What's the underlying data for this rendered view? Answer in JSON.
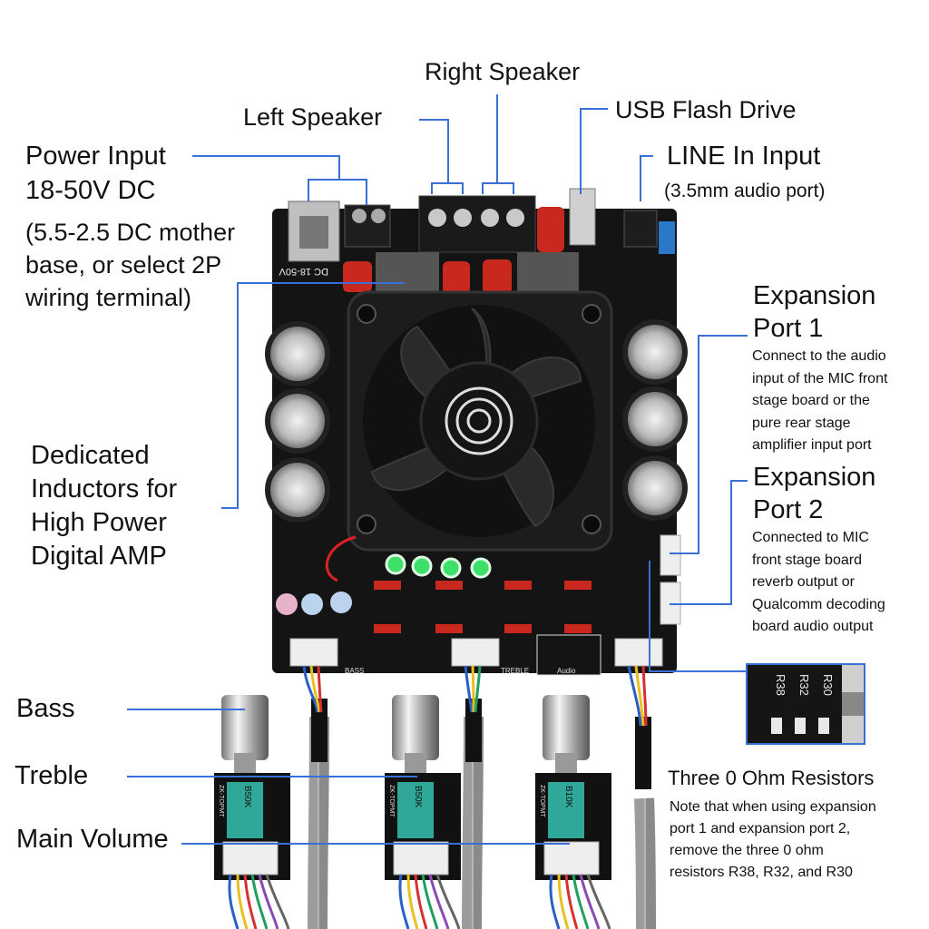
{
  "labels": {
    "right_speaker": "Right Speaker",
    "left_speaker": "Left Speaker",
    "usb_flash_drive": "USB Flash Drive",
    "power_input_title": "Power Input",
    "power_input_voltage": "18-50V DC",
    "power_input_note": [
      "(5.5-2.5 DC mother",
      "base, or select 2P",
      "wiring terminal)"
    ],
    "line_in_title": "LINE In Input",
    "line_in_note": "(3.5mm audio port)",
    "expansion1_title": [
      "Expansion",
      "Port 1"
    ],
    "expansion1_note": [
      "Connect to the audio",
      "input of the MIC front",
      "stage board or the",
      "pure rear stage",
      "amplifier input port"
    ],
    "expansion2_title": [
      "Expansion",
      "Port 2"
    ],
    "expansion2_note": [
      "Connected to MIC",
      "front stage board",
      "reverb output or",
      "Qualcomm decoding",
      "board audio output"
    ],
    "inductors": [
      "Dedicated",
      "Inductors for",
      "High Power",
      "Digital AMP"
    ],
    "bass": "Bass",
    "treble": "Treble",
    "main_volume": "Main Volume",
    "resistors_title": "Three 0 Ohm Resistors",
    "resistors_note": [
      "Note that when using expansion",
      "port 1 and expansion port 2,",
      "remove the three 0 ohm",
      "resistors R38, R32, and R30"
    ]
  },
  "board_text": {
    "dc_label": "DC 18-50V",
    "bass_silk": "BASS",
    "treble_silk": "TREBLE",
    "audio_silk": "Audio",
    "pot1": "B50K",
    "pot2": "B50K",
    "pot3": "B10K",
    "pot_brand": "ZK-TOPMT",
    "resistors": [
      "R38",
      "R32",
      "R30"
    ]
  },
  "colors": {
    "leader_line": "#3a6fd8",
    "board": "#141414",
    "fan": "#1c1c1c",
    "capacitor_red": "#c8281e",
    "pot_green": "#2fa89a",
    "led_green": "#3ee06a"
  }
}
